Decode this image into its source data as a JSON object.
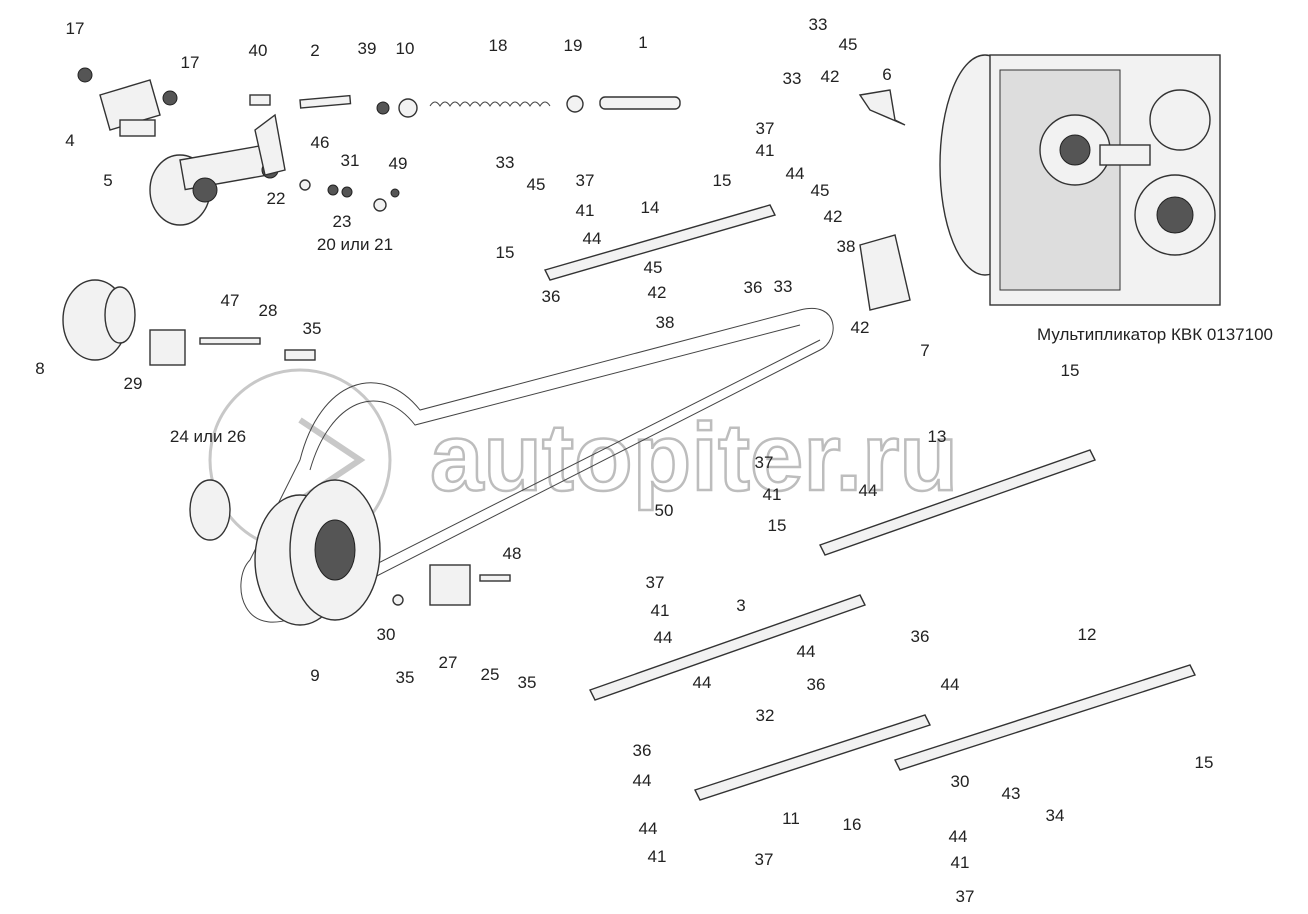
{
  "diagram": {
    "watermark": "autopiter.ru",
    "assembly_caption": "Мультипликатор КВК 0137100",
    "callouts": [
      "17",
      "17",
      "4",
      "40",
      "2",
      "39",
      "10",
      "18",
      "19",
      "1",
      "46",
      "31",
      "49",
      "5",
      "22",
      "23",
      "20 или 21",
      "33",
      "45",
      "33",
      "42",
      "6",
      "37",
      "41",
      "44",
      "15",
      "45",
      "42",
      "38",
      "36",
      "33",
      "42",
      "7",
      "33",
      "45",
      "37",
      "41",
      "14",
      "44",
      "15",
      "45",
      "42",
      "38",
      "36",
      "47",
      "28",
      "35",
      "8",
      "29",
      "15",
      "13",
      "37",
      "41",
      "44",
      "24 или 26",
      "50",
      "15",
      "48",
      "37",
      "41",
      "3",
      "44",
      "36",
      "12",
      "30",
      "44",
      "35",
      "27",
      "25",
      "35",
      "9",
      "44",
      "36",
      "44",
      "32",
      "36",
      "44",
      "11",
      "15",
      "30",
      "43",
      "34",
      "16",
      "44",
      "44",
      "41",
      "37",
      "41",
      "37"
    ]
  }
}
